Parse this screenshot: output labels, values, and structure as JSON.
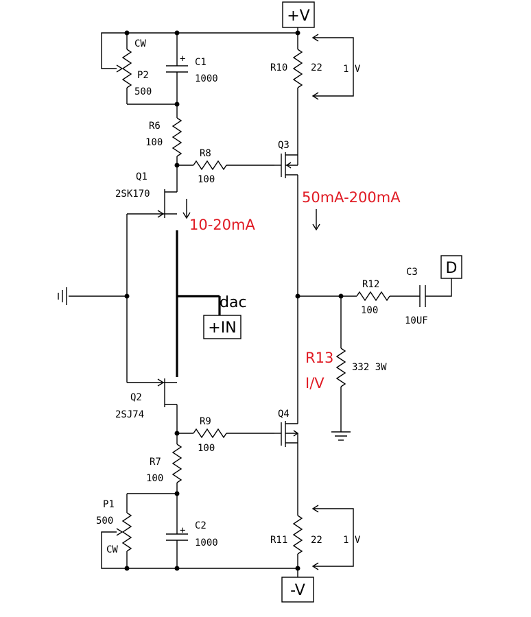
{
  "terminals": {
    "vpos": "+V",
    "vneg": "-V",
    "input": "+IN",
    "output": "D",
    "dac": "dac"
  },
  "parts": {
    "P2": {
      "ref": "P2",
      "value": "500",
      "cw": "CW"
    },
    "C1": {
      "ref": "C1",
      "value": "1000",
      "plus": "+"
    },
    "R6": {
      "ref": "R6",
      "value": "100"
    },
    "R8": {
      "ref": "R8",
      "value": "100"
    },
    "Q1": {
      "ref": "Q1",
      "value": "2SK170"
    },
    "Q3": {
      "ref": "Q3"
    },
    "R10": {
      "ref": "R10",
      "value": "22",
      "drop": "1 V"
    },
    "R12": {
      "ref": "R12",
      "value": "100"
    },
    "C3": {
      "ref": "C3",
      "value": "10UF"
    },
    "R13": {
      "ref": "R13",
      "value": "332 3W",
      "note": "I/V"
    },
    "Q2": {
      "ref": "Q2",
      "value": "2SJ74"
    },
    "R9": {
      "ref": "R9",
      "value": "100"
    },
    "Q4": {
      "ref": "Q4"
    },
    "R7": {
      "ref": "R7",
      "value": "100"
    },
    "P1": {
      "ref": "P1",
      "value": "500",
      "cw": "CW"
    },
    "C2": {
      "ref": "C2",
      "value": "1000",
      "plus": "+"
    },
    "R11": {
      "ref": "R11",
      "value": "22",
      "drop": "1 V"
    }
  },
  "annotations": {
    "jfet_current": "10-20mA",
    "mosfet_current": "50mA-200mA"
  },
  "colors": {
    "wire": "#000000",
    "annotation": "#e01b24"
  }
}
